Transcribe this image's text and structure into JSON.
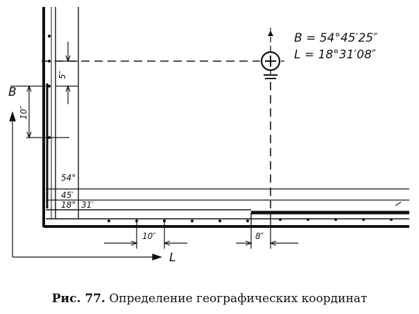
{
  "figure": {
    "point_b": "B = 54°45′25″",
    "point_l": "L = 18°31′08″",
    "axis_b": "B",
    "axis_l": "L",
    "scale_5": "5″",
    "scale_10_vertical": "10″",
    "scale_10_horizontal": "10″",
    "scale_8": "8″",
    "corner_lat_deg": "54°",
    "corner_lat_min": "45′",
    "corner_lon_deg": "18°",
    "corner_lon_min": "31′"
  },
  "caption": {
    "number": "Рис. 77.",
    "text": "Определение географических координат"
  }
}
